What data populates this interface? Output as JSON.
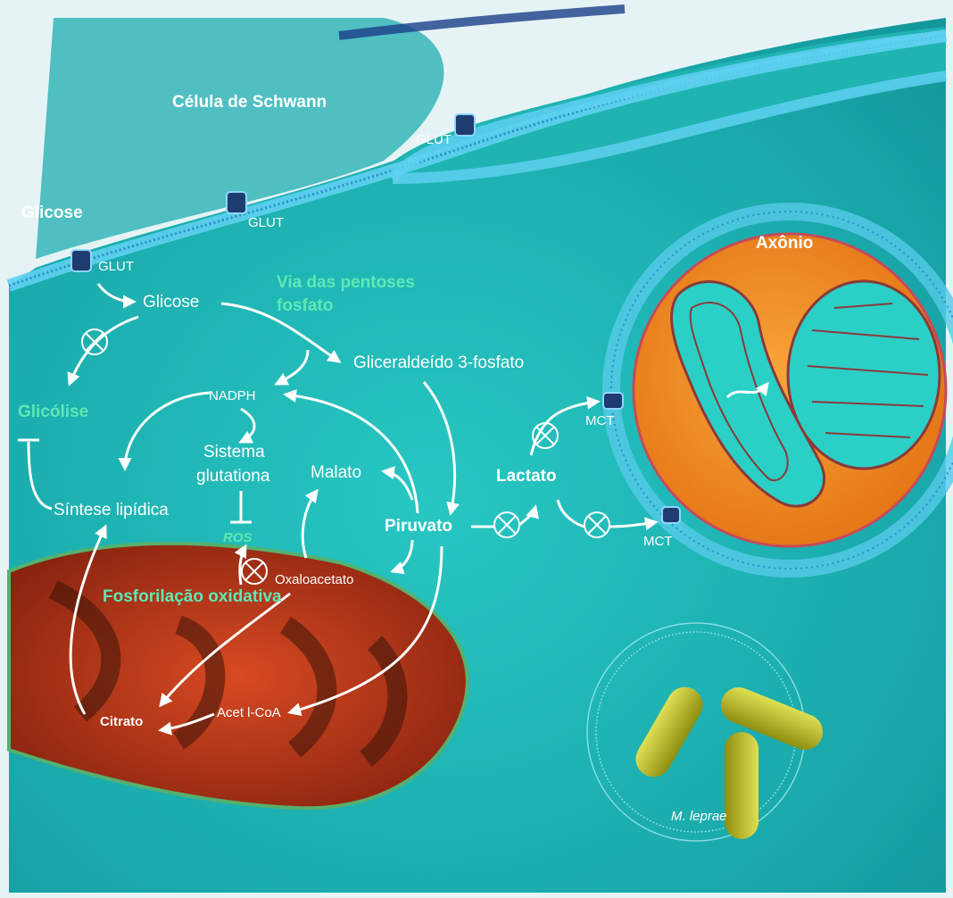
{
  "labels": {
    "schwann_cell": "Célula de Schwann",
    "glucose_outside": "Glicose",
    "glut_1": "GLUT",
    "glut_2": "GLUT",
    "glut_3": "GLUT",
    "glucose_inside": "Glicose",
    "pentose_pathway_line1": "Via das pentoses",
    "pentose_pathway_line2": "fosfato",
    "glyceraldehyde": "Gliceraldeído 3-fosfato",
    "nadph": "NADPH",
    "glycolysis": "Glicólise",
    "glutathione_line1": "Sistema",
    "glutathione_line2": "glutationa",
    "malate": "Malato",
    "lipid_synthesis": "Síntese lipídica",
    "ros": "ROS",
    "pyruvate": "Piruvato",
    "lactate": "Lactato",
    "oxaloacetate": "Oxaloacetato",
    "oxidative_phosphorylation": "Fosforilação oxidativa",
    "citrate": "Citrato",
    "acetyl_coa": "Acet l-CoA",
    "mct_1": "MCT",
    "mct_2": "MCT",
    "axon": "Axônio",
    "m_leprae": "M. leprae"
  },
  "colors": {
    "cytoplasm": "#22b8b6",
    "membrane": "#5fd0f0",
    "axon_interior": "#f08a1e",
    "mitochondrion_matrix": "#c8391a",
    "highlight_text": "#5fe8b4",
    "bacteria": "#b8b81e"
  }
}
